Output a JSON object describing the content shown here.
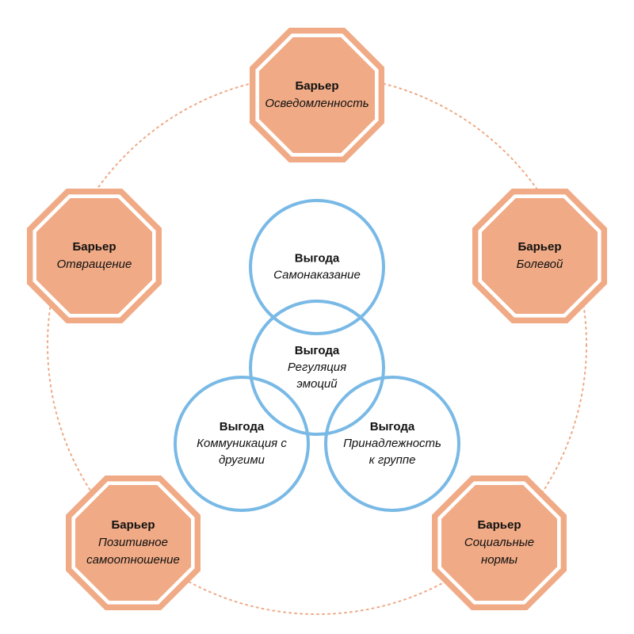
{
  "colors": {
    "barrier_fill": "#f0aa85",
    "barrier_stroke": "#e8936a",
    "benefit_stroke": "#79b9e6",
    "orbit_stroke": "#efa985",
    "text": "#111111"
  },
  "barriers": [
    {
      "title": "Барьер",
      "lines": [
        "Осведомленность"
      ]
    },
    {
      "title": "Барьер",
      "lines": [
        "Болевой"
      ]
    },
    {
      "title": "Барьер",
      "lines": [
        "Социальные",
        "нормы"
      ]
    },
    {
      "title": "Барьер",
      "lines": [
        "Позитивное",
        "самоотношение"
      ]
    },
    {
      "title": "Барьер",
      "lines": [
        "Отвращение"
      ]
    }
  ],
  "benefits": [
    {
      "title": "Выгода",
      "lines": [
        "Самонаказание"
      ]
    },
    {
      "title": "Выгода",
      "lines": [
        "Регуляция",
        "эмоций"
      ]
    },
    {
      "title": "Выгода",
      "lines": [
        "Коммуникация с",
        "другими"
      ]
    },
    {
      "title": "Выгода",
      "lines": [
        "Принадлежность",
        "к группе"
      ]
    }
  ]
}
